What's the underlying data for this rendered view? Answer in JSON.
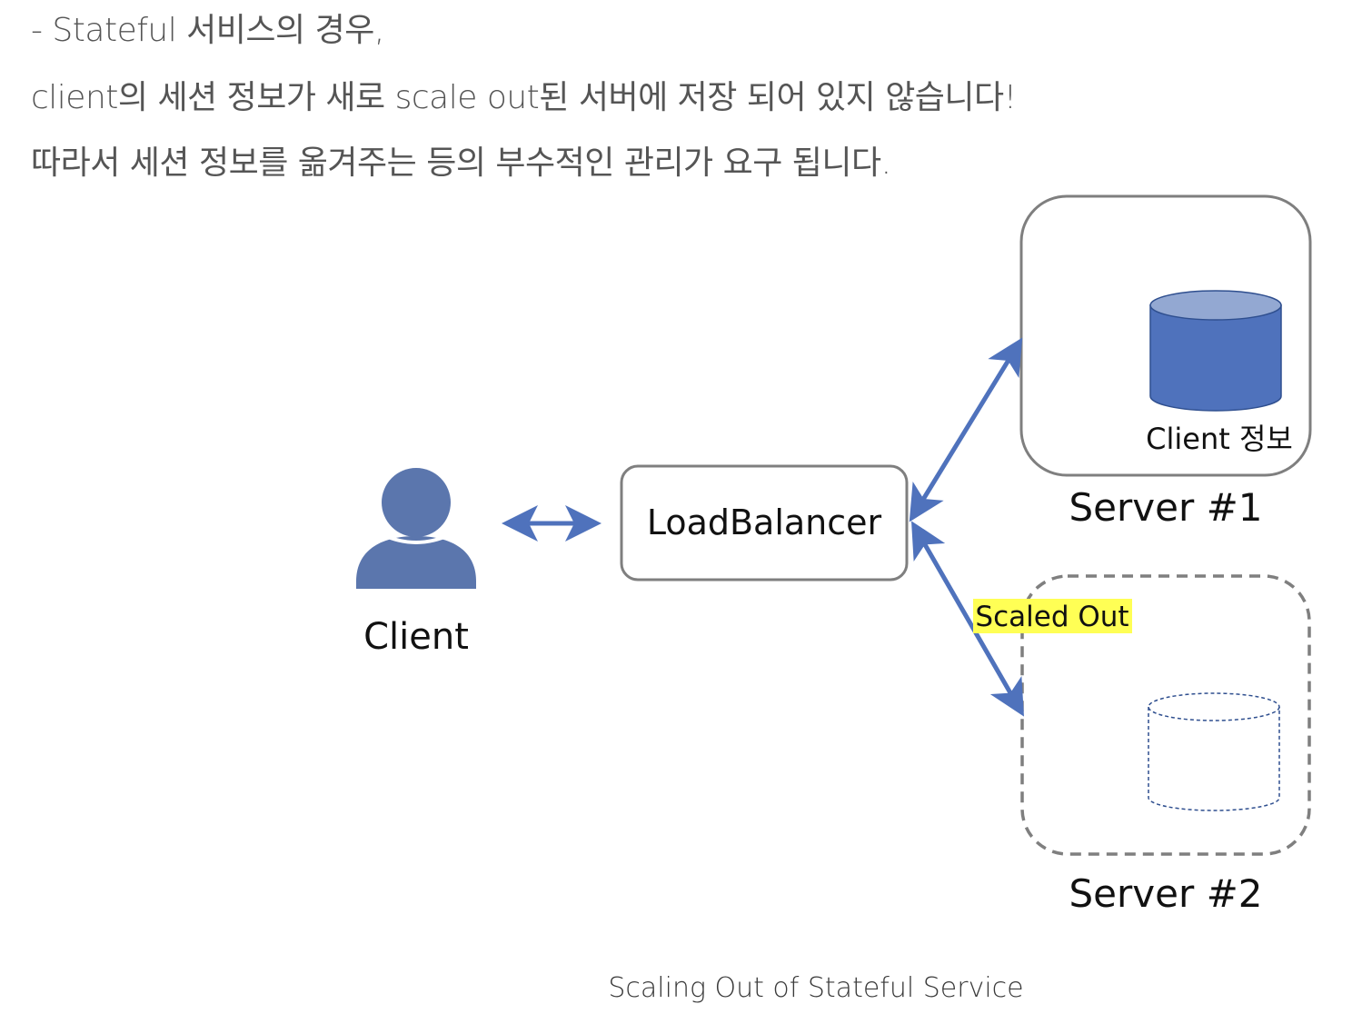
{
  "paragraphs": [
    "- Stateful 서비스의 경우,",
    "client의 세션 정보가 새로 scale out된 서버에 저장 되어 있지 않습니다!",
    "따라서 세션 정보를 옮겨주는 등의 부수적인 관리가 요구 됩니다."
  ],
  "diagram": {
    "client_label": "Client",
    "load_balancer_label": "LoadBalancer",
    "server1": {
      "label": "Server #1",
      "db_label": "Client 정보"
    },
    "server2": {
      "label": "Server #2"
    },
    "scaled_out_label": "Scaled Out",
    "colors": {
      "accent_blue": "#4f72bc",
      "person_blue": "#5b76ad",
      "db_top": "#93a8d2",
      "box_border": "#7f7f7f",
      "highlight": "#ffff55",
      "dashed_db": "#2f4f8f"
    }
  },
  "caption": "Scaling Out of Stateful Service"
}
